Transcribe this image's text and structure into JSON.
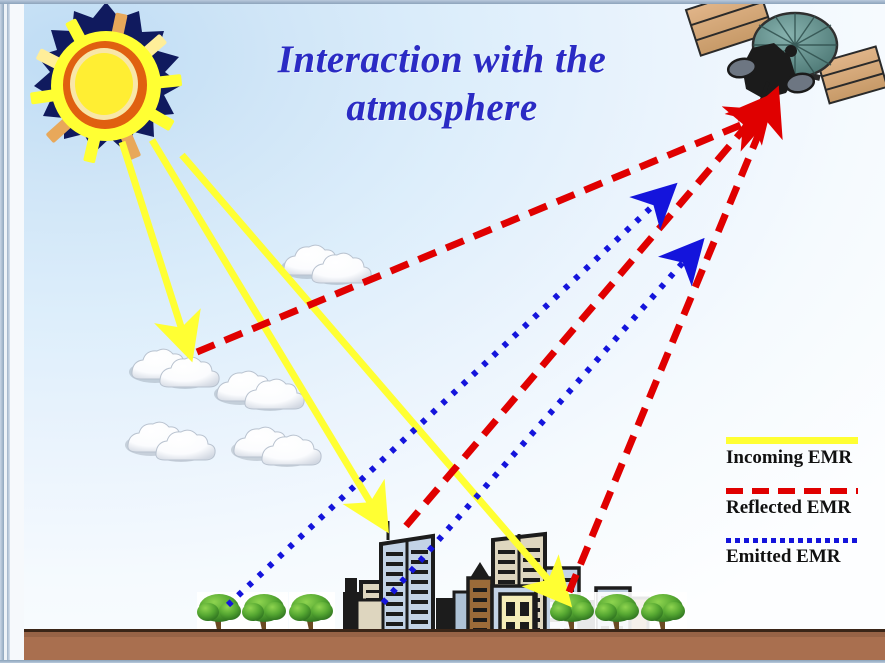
{
  "slide": {
    "title_line1": "Interaction with the",
    "title_line2": "atmosphere",
    "title_color": "#2b2bc4",
    "background_top_color": "#bedcf4",
    "background_bottom_color": "#fdfeff",
    "ground_color": "#a96f4f"
  },
  "legend": {
    "items": [
      {
        "label": "Incoming EMR",
        "style": "solid",
        "color": "#ffff33"
      },
      {
        "label": "Reflected EMR",
        "style": "dashed",
        "color": "#e00000"
      },
      {
        "label": "Emitted EMR",
        "style": "dotted",
        "color": "#1414dc"
      }
    ]
  },
  "scene": {
    "sun": {
      "name": "sun",
      "body_color": "#ffff33",
      "ring_color": "#e06010",
      "core_color": "#ffee33",
      "gear_color": "#101a5e"
    },
    "satellite": {
      "name": "satellite",
      "panel_color": "#d9a877",
      "dish_color": "#5f8f8c",
      "body_color": "#1b1b1b"
    },
    "city": {
      "name": "city-skyline",
      "building_count": 11
    },
    "trees_left": {
      "count": 3
    },
    "trees_right": {
      "count": 3
    },
    "clouds": {
      "count": 5
    }
  },
  "rays": {
    "incoming": {
      "color": "#ffff33",
      "count": 3,
      "label": "Incoming EMR"
    },
    "reflected": {
      "color": "#e00000",
      "count": 3,
      "label": "Reflected EMR"
    },
    "emitted": {
      "color": "#1414dc",
      "count": 2,
      "label": "Emitted EMR"
    }
  }
}
